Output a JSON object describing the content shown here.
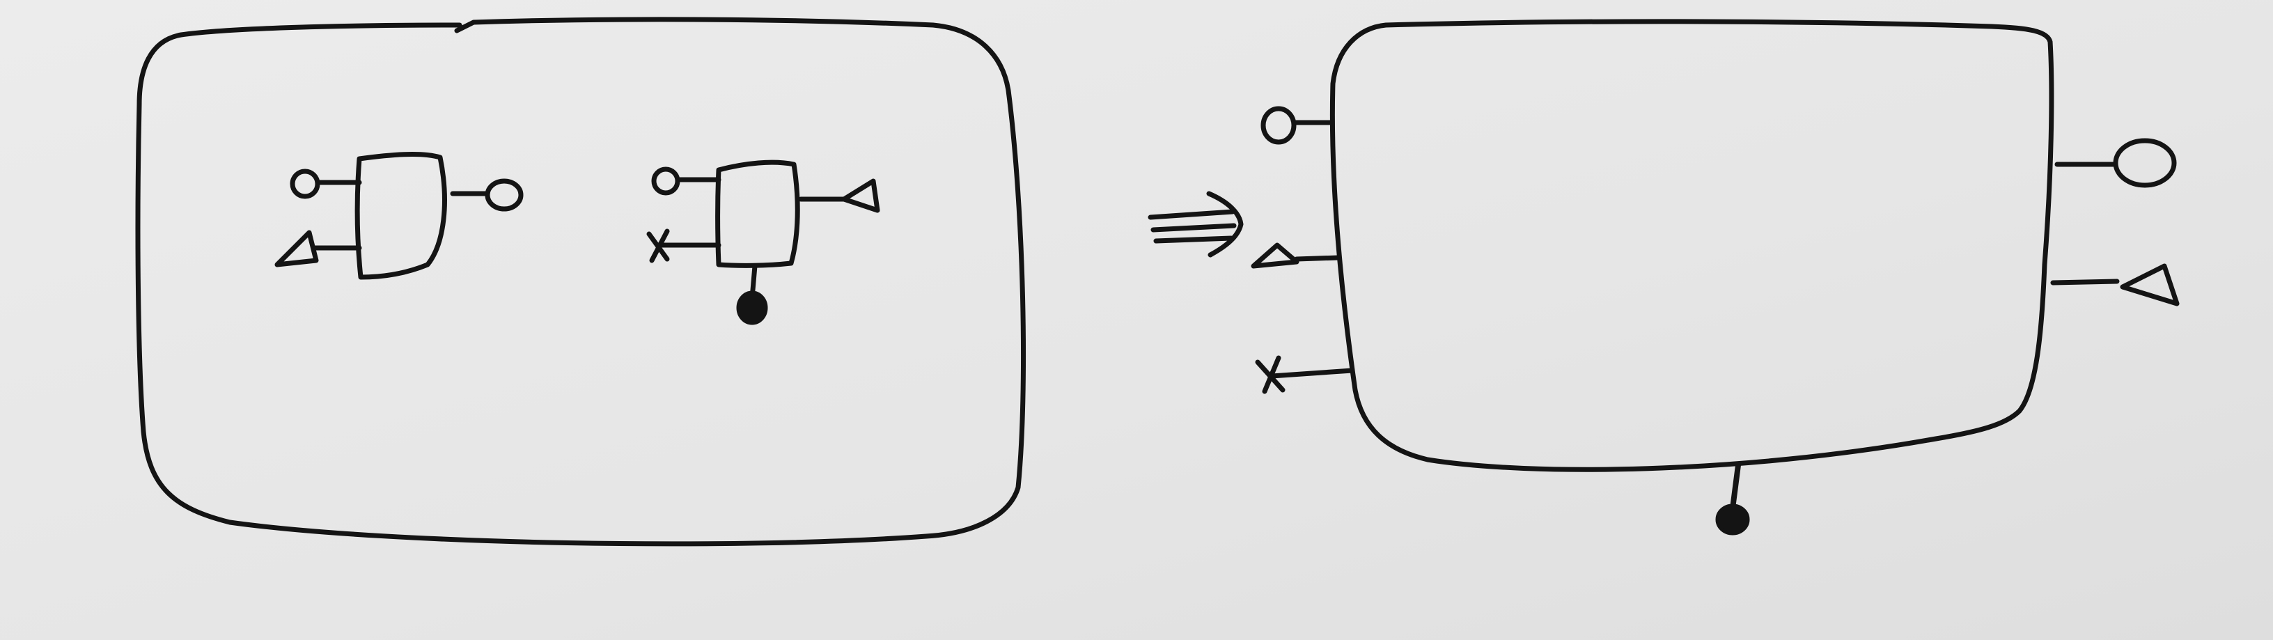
{
  "title": "",
  "diagram": {
    "left_panel": {
      "description_free": true,
      "components": [
        {
          "id": "component-a",
          "inputs": [
            "circle",
            "triangle"
          ],
          "outputs": [
            "circle"
          ],
          "bottom_ports": []
        },
        {
          "id": "component-b",
          "inputs": [
            "circle",
            "cross"
          ],
          "outputs": [
            "triangle"
          ],
          "bottom_ports": [
            "filled-circle"
          ]
        }
      ]
    },
    "arrow": "implies",
    "right_panel": {
      "inputs": [
        "circle",
        "triangle",
        "cross"
      ],
      "outputs": [
        "circle",
        "triangle"
      ],
      "bottom_ports": [
        "filled-circle"
      ]
    }
  },
  "colors": {
    "paper": "#e9e9e9",
    "ink": "#141414"
  }
}
